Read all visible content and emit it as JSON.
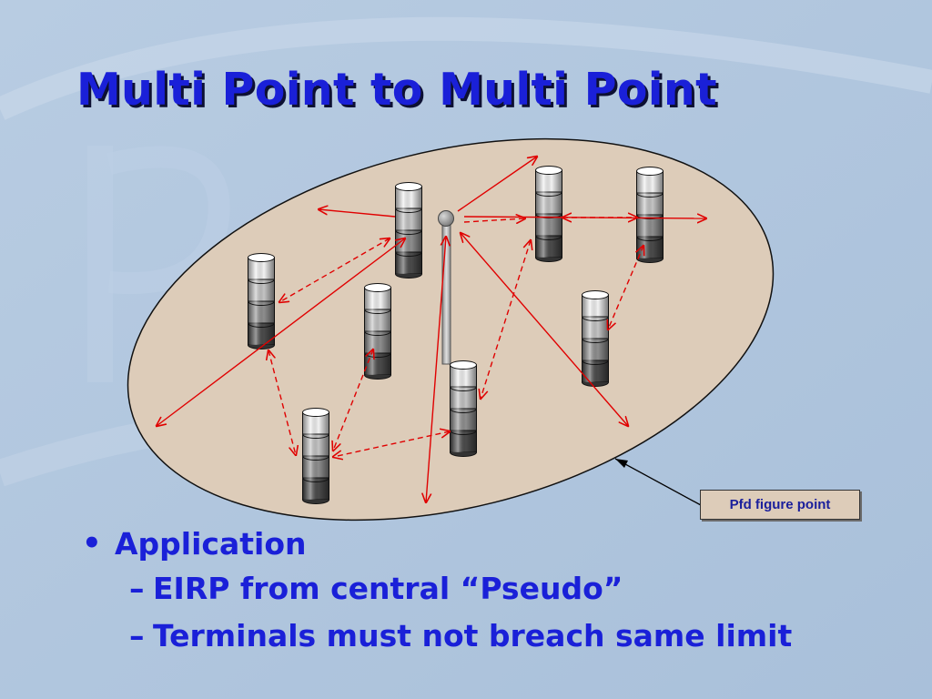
{
  "slide": {
    "title": "Multi Point to Multi Point",
    "callout": "Pfd figure point",
    "bullets": {
      "main": "Application",
      "subs": [
        "EIRP from central “Pseudo”",
        "Terminals must not breach same limit"
      ]
    }
  },
  "colors": {
    "title": "#1a20d8",
    "background": "#b0c6de",
    "ellipse_fill": "#ddccb9",
    "arrows": "#e00000",
    "callout_text": "#1a1f9c"
  }
}
